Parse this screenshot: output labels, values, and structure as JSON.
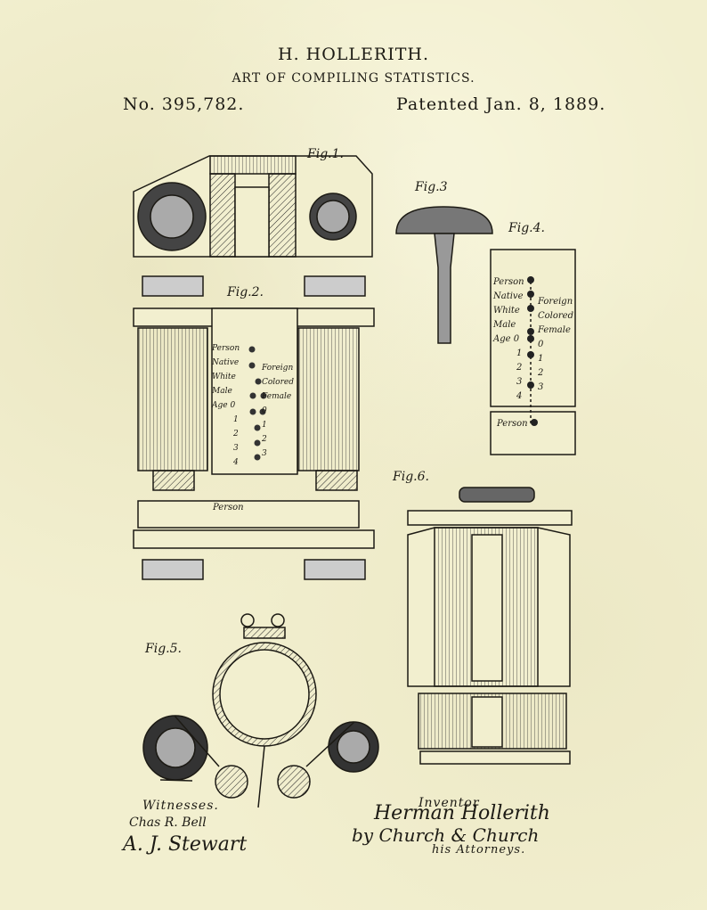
{
  "header": {
    "inventor_name": "H. HOLLERITH.",
    "title": "ART OF COMPILING STATISTICS.",
    "patent_number": "No. 395,782.",
    "patent_date": "Patented Jan. 8, 1889."
  },
  "figures": {
    "fig1": "Fig.1.",
    "fig2": "Fig.2.",
    "fig3": "Fig.3",
    "fig4": "Fig.4.",
    "fig5": "Fig.5.",
    "fig6": "Fig.6."
  },
  "fig2_labels": {
    "left": [
      "Person",
      "Native",
      "White",
      "Male",
      "Age 0",
      "1",
      "2",
      "3",
      "4"
    ],
    "right": [
      "Foreign",
      "Colored",
      "Female",
      "0",
      "1",
      "2",
      "3"
    ],
    "bottom": "Person"
  },
  "fig4_labels": {
    "left": [
      "Person",
      "Native",
      "White",
      "Male",
      "Age 0",
      "1",
      "2",
      "3",
      "4"
    ],
    "right": [
      "Foreign",
      "Colored",
      "Female",
      "0",
      "1",
      "2",
      "3"
    ],
    "bottom": "Person"
  },
  "footer": {
    "witnesses_label": "Witnesses.",
    "witness_1": "Chas R. Bell",
    "witness_2": "A. J. Stewart",
    "inventor_label": "Inventor",
    "inventor_signature": "Herman Hollerith",
    "attorneys_signature": "by Church & Church",
    "attorneys_label": "his Attorneys."
  }
}
